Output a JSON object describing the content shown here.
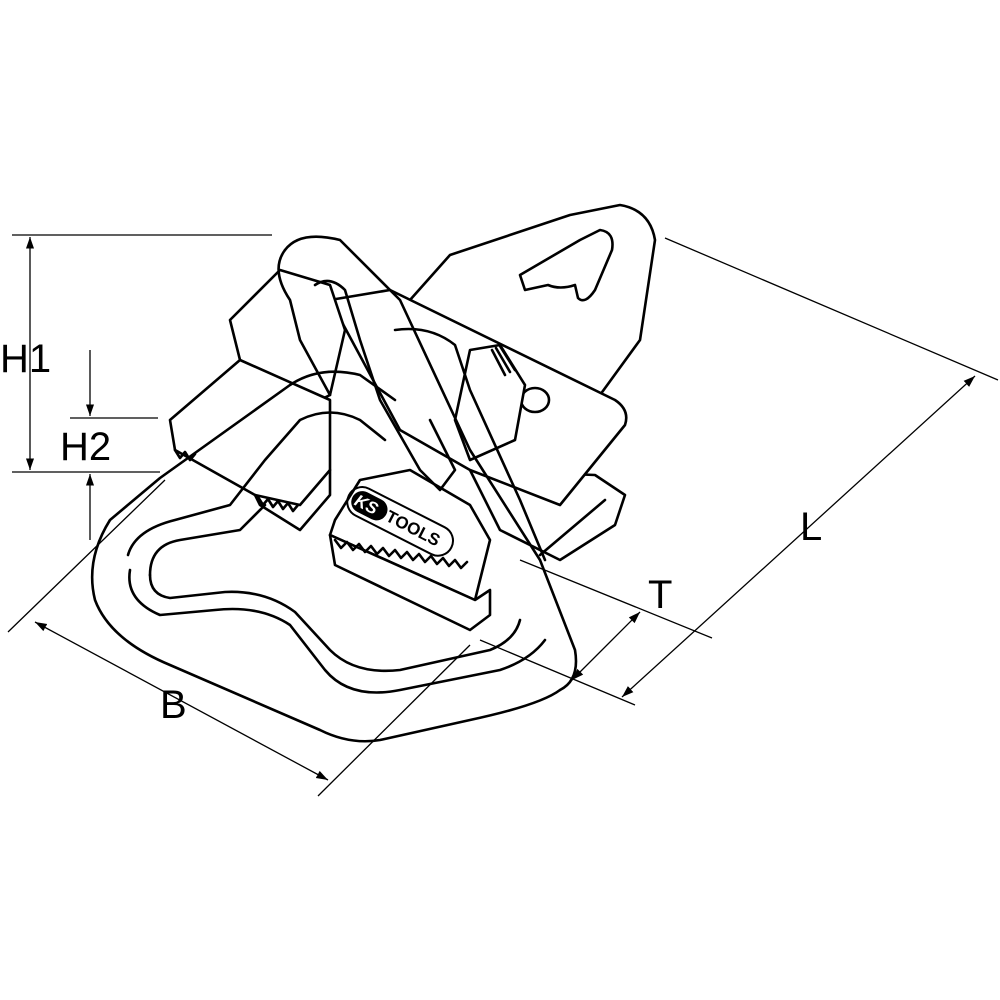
{
  "dimensions": {
    "H1": "H1",
    "H2": "H2",
    "B": "B",
    "L": "L",
    "T": "T"
  },
  "logo": {
    "text": "KS TOOLS",
    "ks": "KS",
    "tools": "TOOLS"
  },
  "colors": {
    "line": "#000000",
    "background": "#ffffff"
  }
}
